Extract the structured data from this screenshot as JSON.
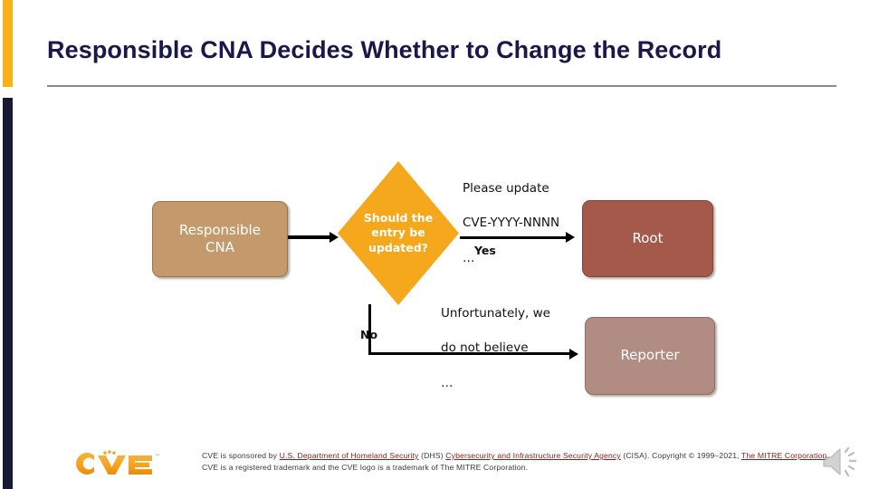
{
  "slide": {
    "title": "Responsible CNA Decides Whether to Change the Record"
  },
  "flowchart": {
    "nodes": [
      {
        "id": "responsible-cna",
        "label": "Responsible\nCNA",
        "shape": "rounded-rect",
        "color": "#C4996C"
      },
      {
        "id": "decision",
        "label": "Should the\nentry be\nupdated?",
        "shape": "diamond",
        "color": "#F5A81C"
      },
      {
        "id": "root",
        "label": "Root",
        "shape": "rounded-rect",
        "color": "#A4594A"
      },
      {
        "id": "reporter",
        "label": "Reporter",
        "shape": "rounded-rect",
        "color": "#B08C82"
      }
    ],
    "edges": [
      {
        "id": "cna-to-decision",
        "from": "responsible-cna",
        "to": "decision",
        "label": "",
        "message": ""
      },
      {
        "id": "decision-yes-to-root",
        "from": "decision",
        "to": "root",
        "label": "Yes",
        "message_line1": "Please update",
        "message_line2": "CVE-YYYY-NNNN",
        "message_line3": "…"
      },
      {
        "id": "decision-no-to-reporter",
        "from": "decision",
        "to": "reporter",
        "label": "No",
        "message_line1": "Unfortunately, we",
        "message_line2": "do not believe",
        "message_line3": "…"
      }
    ]
  },
  "logo": {
    "text": "CVE",
    "trademark": "™",
    "color": "#F6A21D"
  },
  "footer": {
    "part1": "CVE is sponsored by ",
    "link1": "U.S. Department of Homeland Security",
    "part2": " (DHS) ",
    "link2": "Cybersecurity and Infrastructure Security Agency",
    "part3": " (CISA). Copyright © 1999–2021, ",
    "link3": "The MITRE Corporation",
    "part4": ". CVE is a registered trademark and the CVE logo is a trademark of The MITRE Corporation."
  },
  "media": {
    "speaker_icon": "speaker-icon"
  },
  "colors": {
    "accent_orange": "#FBB018",
    "accent_navy": "#161A33",
    "title_navy": "#18194A",
    "link_red": "#8B1A1A"
  }
}
